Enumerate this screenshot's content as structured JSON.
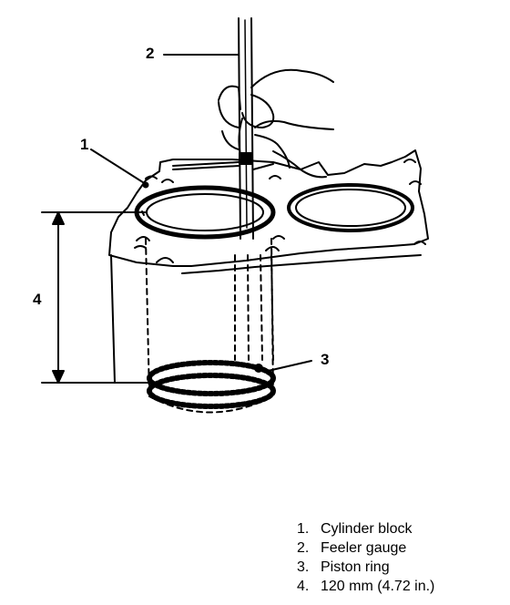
{
  "callouts": {
    "c1": "1",
    "c2": "2",
    "c3": "3",
    "c4": "4"
  },
  "legend": [
    {
      "num": "1.",
      "text": "Cylinder block"
    },
    {
      "num": "2.",
      "text": "Feeler gauge"
    },
    {
      "num": "3.",
      "text": "Piston ring"
    },
    {
      "num": "4.",
      "text": "120 mm (4.72 in.)"
    }
  ],
  "colors": {
    "ink": "#000000",
    "paper": "#ffffff"
  }
}
